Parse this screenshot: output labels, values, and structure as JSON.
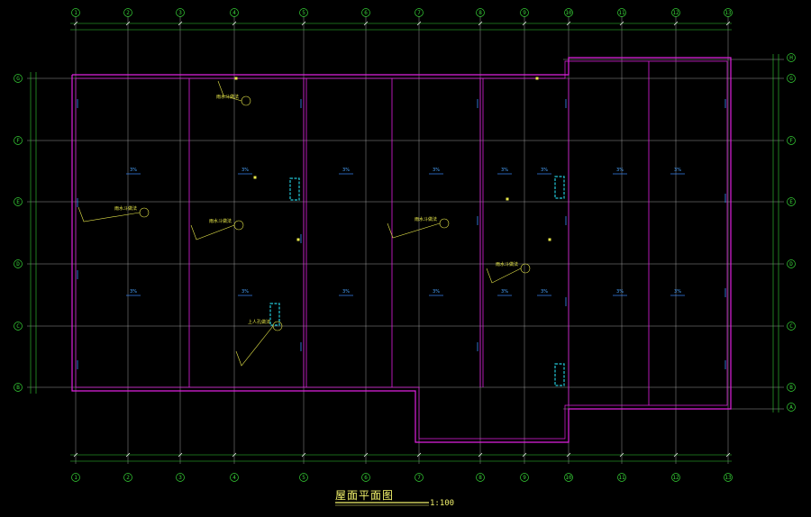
{
  "drawing": {
    "title": "屋面平面图",
    "scale": "1:100"
  },
  "grid": {
    "columns": [
      "1",
      "2",
      "3",
      "4",
      "5",
      "6",
      "7",
      "8",
      "9",
      "10",
      "11",
      "12",
      "13"
    ],
    "rows": [
      "G",
      "F",
      "E",
      "D",
      "C",
      "B"
    ],
    "right_rows": [
      "H",
      "G",
      "F",
      "E",
      "D",
      "C",
      "B",
      "A"
    ]
  },
  "slopes": {
    "main": "3%"
  },
  "callouts": [
    {
      "name": "drain-callout-1",
      "text": "雨水斗做法"
    },
    {
      "name": "drain-callout-2",
      "text": "雨水斗做法"
    },
    {
      "name": "drain-callout-3",
      "text": "雨水斗做法"
    },
    {
      "name": "drain-callout-4",
      "text": "雨水斗做法"
    },
    {
      "name": "drain-callout-5",
      "text": "雨水斗做法"
    },
    {
      "name": "hatch-callout",
      "text": "上人孔做法"
    }
  ],
  "colors": {
    "background": "#000000",
    "grid": "#bfbfbf",
    "axis": "#35d135",
    "wall": "#e020e0",
    "annotation": "#e8e84a",
    "slope": "#3a8cff",
    "hatch": "#22c8d8"
  }
}
